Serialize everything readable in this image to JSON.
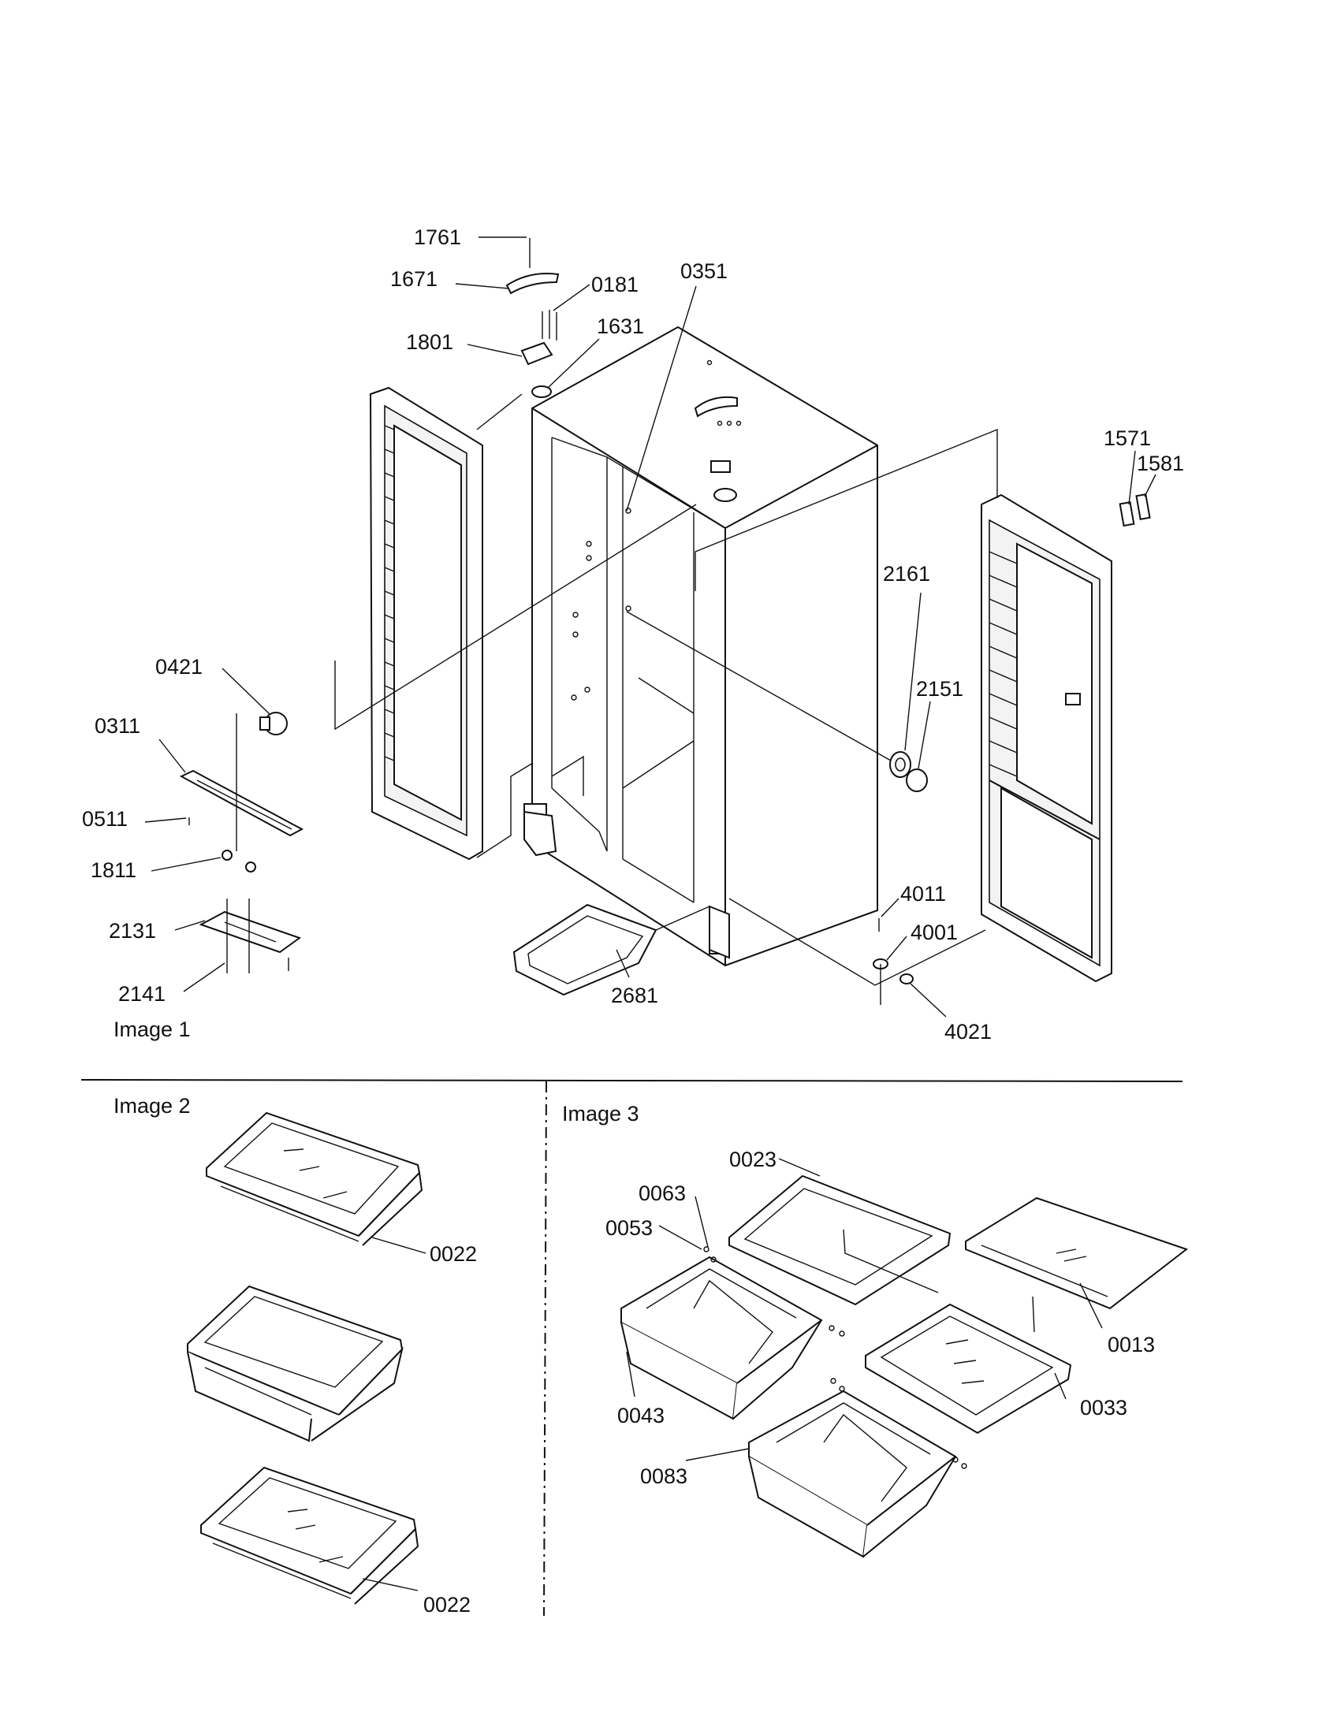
{
  "sections": {
    "image1": "Image 1",
    "image2": "Image 2",
    "image3": "Image 3"
  },
  "callouts": {
    "c1761": "1761",
    "c1671": "1671",
    "c0181": "0181",
    "c0351": "0351",
    "c1801": "1801",
    "c1631": "1631",
    "c1571": "1571",
    "c1581": "1581",
    "c2161": "2161",
    "c0421": "0421",
    "c2151": "2151",
    "c0311": "0311",
    "c0511": "0511",
    "c1811": "1811",
    "c4011": "4011",
    "c2131": "2131",
    "c4001": "4001",
    "c2141": "2141",
    "c2681": "2681",
    "c4021": "4021",
    "c0022a": "0022",
    "c0022b": "0022",
    "c0023": "0023",
    "c0063": "0063",
    "c0053": "0053",
    "c0013": "0013",
    "c0043": "0043",
    "c0033": "0033",
    "c0083": "0083"
  }
}
